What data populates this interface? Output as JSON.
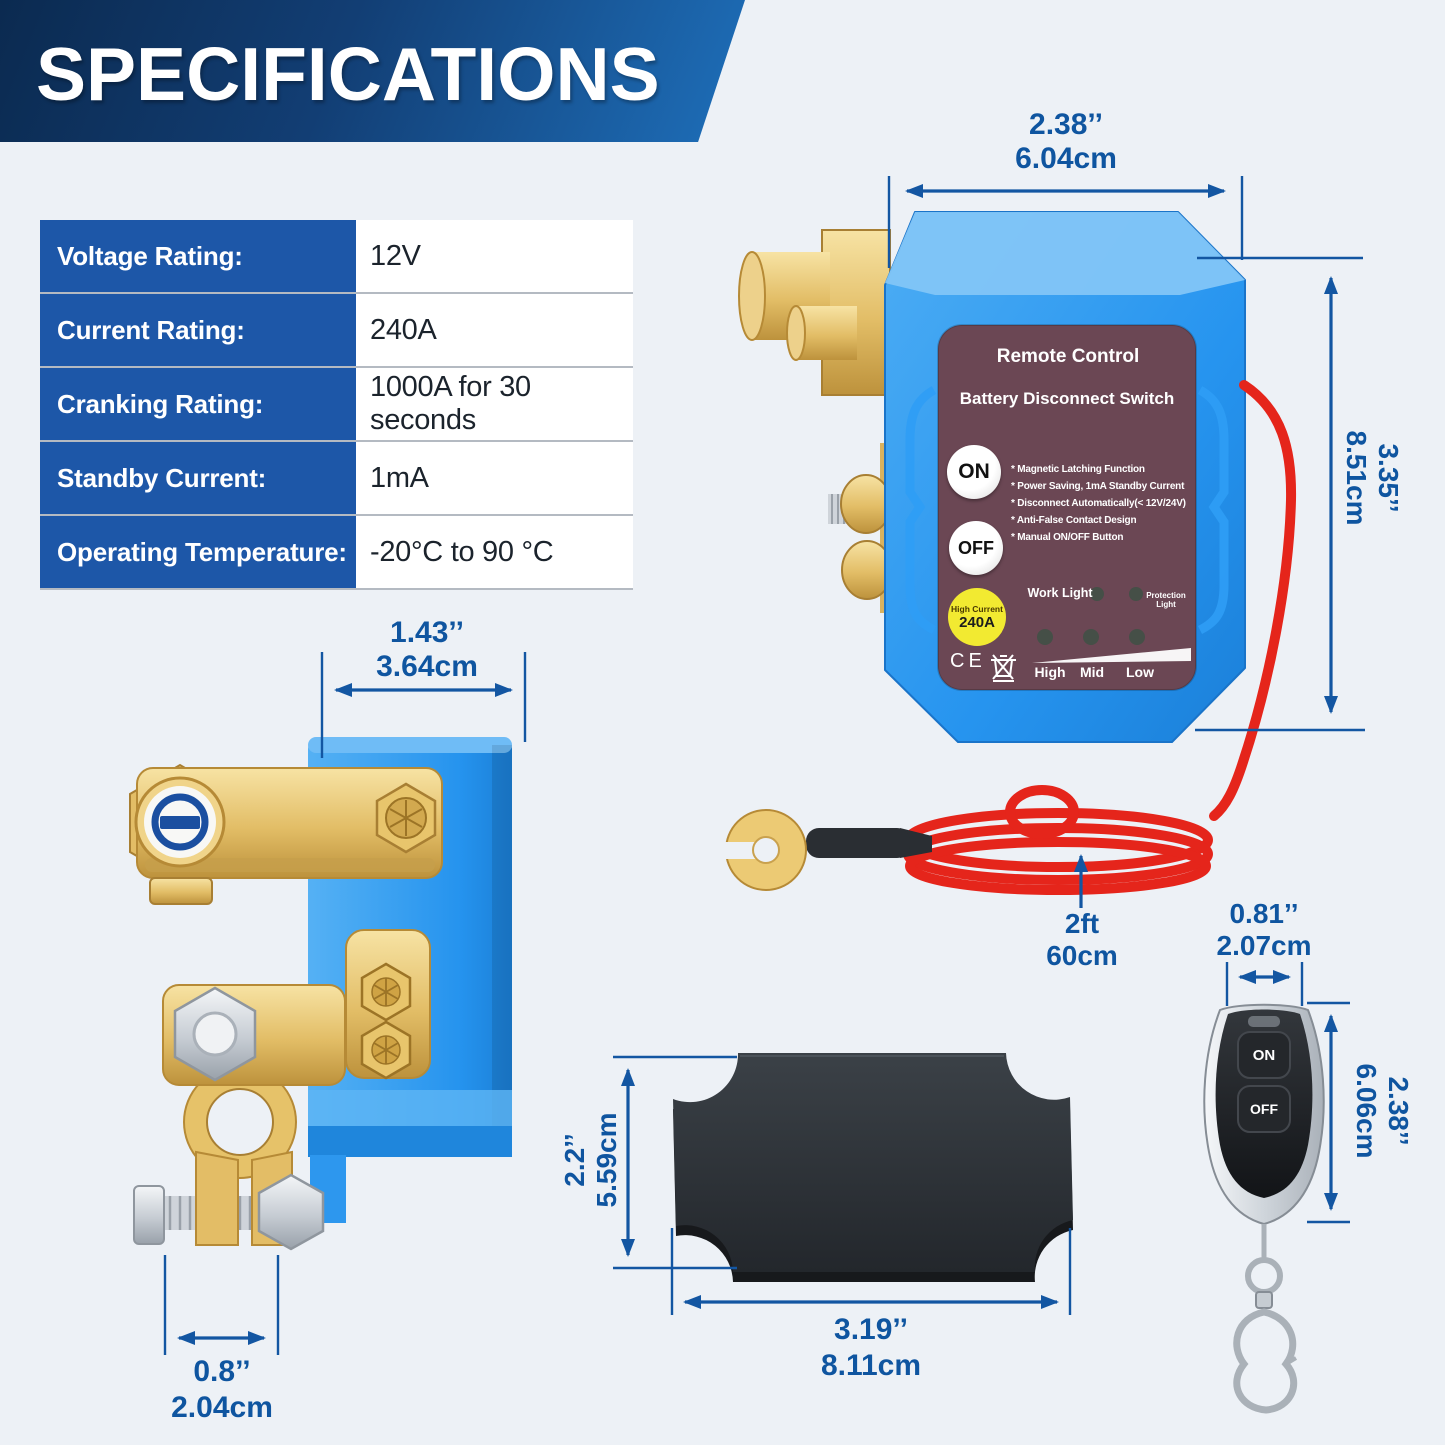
{
  "header": {
    "title": "SPECIFICATIONS"
  },
  "spec_table": {
    "rows": [
      {
        "label": "Voltage Rating:",
        "value": "12V"
      },
      {
        "label": "Current Rating:",
        "value": "240A"
      },
      {
        "label": "Cranking Rating:",
        "value": "1000A for 30 seconds"
      },
      {
        "label": "Standby Current:",
        "value": "1mA"
      },
      {
        "label": "Operating Temperature:",
        "value": "-20°C to 90 °C"
      }
    ]
  },
  "device_label": {
    "title": "Remote Control",
    "subtitle": "Battery Disconnect Switch",
    "on": "ON",
    "off": "OFF",
    "features": [
      "* Magnetic Latching Function",
      "* Power Saving, 1mA Standby Current",
      "* Disconnect Automatically(< 12V/24V)",
      "* Anti-False Contact Design",
      "* Manual ON/OFF Button"
    ],
    "work_light": "Work Light",
    "protection_light": "Protection Light",
    "badge_line1": "High Current",
    "badge_line2": "240A",
    "ce_mark": "CE",
    "levels": [
      "High",
      "Mid",
      "Low"
    ]
  },
  "remote": {
    "on": "ON",
    "off": "OFF"
  },
  "dimensions": {
    "device_width": {
      "inch": "2.38’’",
      "cm": "6.04cm"
    },
    "device_height": {
      "inch": "3.35’’",
      "cm": "8.51cm"
    },
    "side_width": {
      "inch": "1.43’’",
      "cm": "3.64cm"
    },
    "clamp_width": {
      "inch": "0.8’’",
      "cm": "2.04cm"
    },
    "wire_length": {
      "ft": "2ft",
      "cm": "60cm"
    },
    "remote_width": {
      "inch": "0.81’’",
      "cm": "2.07cm"
    },
    "remote_height": {
      "inch": "2.38’’",
      "cm": "6.06cm"
    },
    "plate_height": {
      "inch": "2.2’’",
      "cm": "5.59cm"
    },
    "plate_width": {
      "inch": "3.19’’",
      "cm": "8.11cm"
    }
  },
  "colors": {
    "accent_blue": "#0f55a0",
    "header_gradient_start": "#0b2a50",
    "header_gradient_end": "#1e6fba",
    "table_header_blue": "#1d57a8",
    "device_body_blue": "#2e9cf2",
    "label_panel_plum": "#6b4754",
    "badge_yellow": "#f2ea31",
    "wire_red": "#e5251b",
    "brass_gold": "#e8c56c",
    "remote_black": "#1b1d20"
  }
}
